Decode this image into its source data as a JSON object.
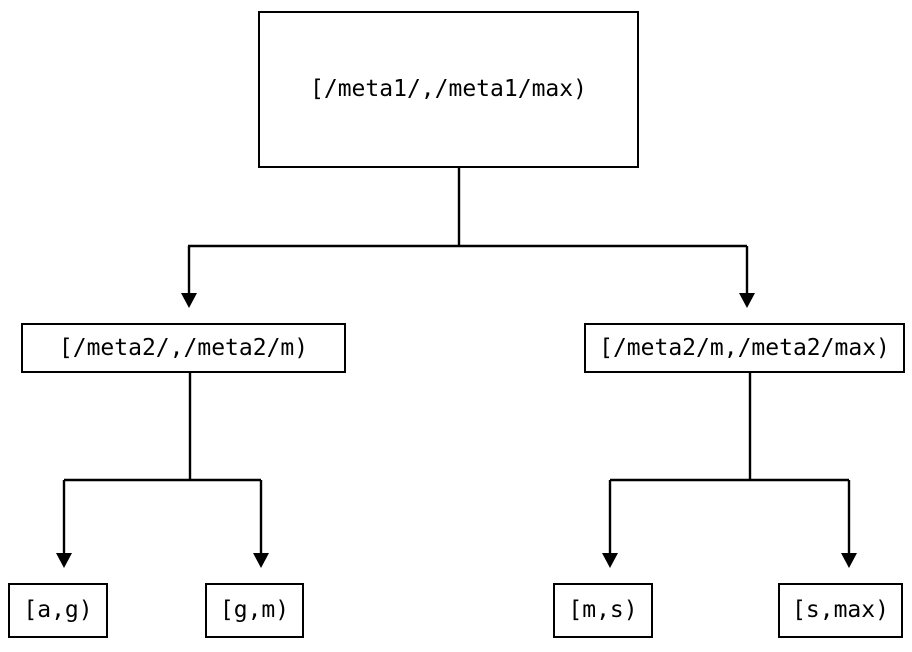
{
  "diagram": {
    "type": "tree",
    "title_visible": false,
    "background_color": "#ffffff",
    "line_color": "#000000",
    "text_color": "#000000",
    "nodes": {
      "root": {
        "label": "[/meta1/,/meta1/max)"
      },
      "mid_left": {
        "label": "[/meta2/,/meta2/m)"
      },
      "mid_right": {
        "label": "[/meta2/m,/meta2/max)"
      },
      "leaf_ag": {
        "label": "[a,g)"
      },
      "leaf_gm": {
        "label": "[g,m)"
      },
      "leaf_ms": {
        "label": "[m,s)"
      },
      "leaf_smax": {
        "label": "[s,max)"
      }
    },
    "edges": [
      {
        "from": "root",
        "to": "mid_left",
        "arrow": true
      },
      {
        "from": "root",
        "to": "mid_right",
        "arrow": true
      },
      {
        "from": "mid_left",
        "to": "leaf_ag",
        "arrow": true
      },
      {
        "from": "mid_left",
        "to": "leaf_gm",
        "arrow": true
      },
      {
        "from": "mid_right",
        "to": "leaf_ms",
        "arrow": true
      },
      {
        "from": "mid_right",
        "to": "leaf_smax",
        "arrow": true
      }
    ]
  }
}
